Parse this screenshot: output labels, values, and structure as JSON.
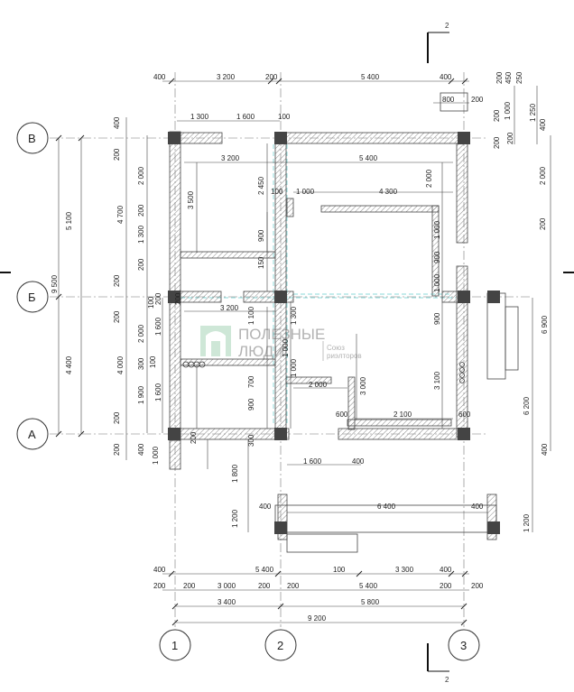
{
  "axes": {
    "rows": [
      {
        "label": "В"
      },
      {
        "label": "Б"
      },
      {
        "label": "А"
      }
    ],
    "cols": [
      {
        "label": "1"
      },
      {
        "label": "2"
      },
      {
        "label": "3"
      }
    ]
  },
  "section_mark": {
    "top": "2",
    "bottom": "2"
  },
  "watermark": {
    "line1": "ПОЛЕЗНЫЕ",
    "line2": "ЛЮДИ",
    "sub1": "Союз",
    "sub2": "риэлторов"
  },
  "dims": {
    "t1": "400",
    "t2": "3 200",
    "t3": "200",
    "t4": "5 400",
    "t5": "400",
    "t6": "1 300",
    "t7": "1 600",
    "t8": "100",
    "t9": "800",
    "t10": "200",
    "r1": "200",
    "r2": "450",
    "r3": "250",
    "r4": "200",
    "r5": "1 000",
    "r6": "1 250",
    "r7": "200",
    "r8": "200",
    "r9": "400",
    "r10": "2 000",
    "r11": "200",
    "r12": "6 900",
    "r13": "6 200",
    "r14": "400",
    "r15": "1 200",
    "l1": "400",
    "l2": "200",
    "l3": "2 000",
    "l4": "200",
    "l5": "1 300",
    "l6": "200",
    "l7": "4 700",
    "l8": "5 100",
    "l9": "200",
    "l10": "9 500",
    "l11": "200",
    "l12": "2 000",
    "l13": "4 000",
    "l14": "4 400",
    "l15": "300",
    "l16": "1 900",
    "l17": "200",
    "l18": "200",
    "l19": "400",
    "l20": "1 000",
    "l21": "200",
    "l22": "100",
    "l23": "1 600",
    "l24": "100",
    "l25": "1 600",
    "i1": "3 200",
    "i2": "5 400",
    "i3": "3 500",
    "i4": "2 450",
    "i5": "100",
    "i6": "1 000",
    "i7": "4 300",
    "i8": "2 000",
    "i9": "900",
    "i10": "1 000",
    "i11": "150",
    "i12": "900",
    "i13": "3 200",
    "i14": "1 100",
    "i15": "1 300",
    "i16": "1 000",
    "i17": "900",
    "i18": "1 000",
    "i19": "2 000",
    "i20": "3 000",
    "i21": "3 100",
    "i22": "700",
    "i23": "900",
    "i24": "600",
    "i25": "2 100",
    "i26": "600",
    "i27": "300",
    "i28": "200",
    "i29": "1 600",
    "i30": "400",
    "i31": "1 800",
    "i32": "400",
    "i33": "6 400",
    "i34": "400",
    "i35": "1 200",
    "i36": "1 000",
    "i37": "200",
    "b1": "400",
    "b2": "5 400",
    "b3": "100",
    "b4": "3 300",
    "b5": "400",
    "b6": "200",
    "b7": "200",
    "b8": "3 000",
    "b9": "200",
    "b10": "200",
    "b11": "5 400",
    "b12": "200",
    "b13": "200",
    "b14": "3 400",
    "b15": "5 800",
    "b16": "9 200"
  }
}
